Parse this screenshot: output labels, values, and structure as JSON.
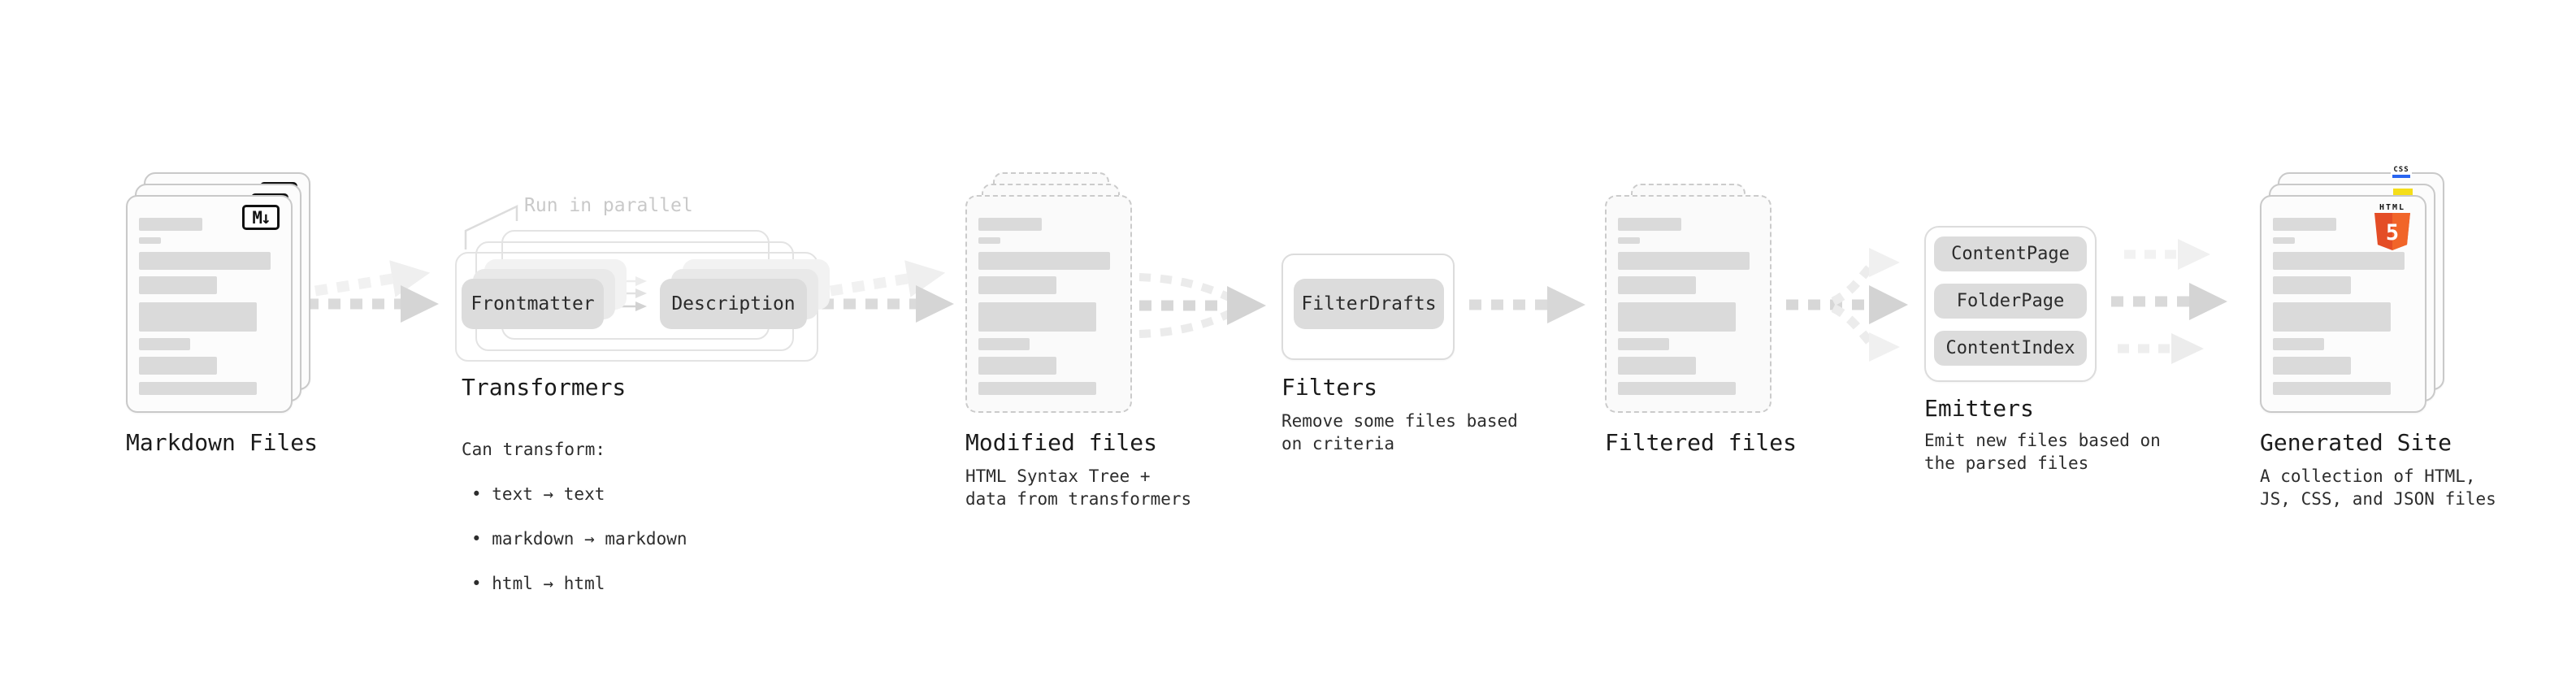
{
  "stages": {
    "markdown": {
      "label": "Markdown Files"
    },
    "transformers": {
      "label": "Transformers",
      "annotation": "Run in parallel",
      "pill_frontmatter": "Frontmatter",
      "pill_description": "Description",
      "desc_title": "Can transform:",
      "bullets": [
        "• text → text",
        "• markdown → markdown",
        "• html → html"
      ]
    },
    "modified": {
      "label": "Modified files",
      "desc": "HTML Syntax Tree +\ndata from transformers"
    },
    "filters": {
      "label": "Filters",
      "pill": "FilterDrafts",
      "desc": "Remove some files based\non criteria"
    },
    "filtered": {
      "label": "Filtered files"
    },
    "emitters": {
      "label": "Emitters",
      "pill_1": "ContentPage",
      "pill_2": "FolderPage",
      "pill_3": "ContentIndex",
      "desc": "Emit new files based on\nthe parsed files"
    },
    "generated": {
      "label": "Generated Site",
      "desc": "A collection of HTML,\nJS, CSS, and JSON files"
    }
  },
  "badges": {
    "markdown": "M↓",
    "html_wordmark": "HTML",
    "html_number": "5",
    "css": "CSS"
  },
  "colors": {
    "html5_orange": "#e44d26",
    "html5_orange_light": "#f16529",
    "js_yellow": "#f5de19",
    "css_blue": "#2965f1"
  }
}
